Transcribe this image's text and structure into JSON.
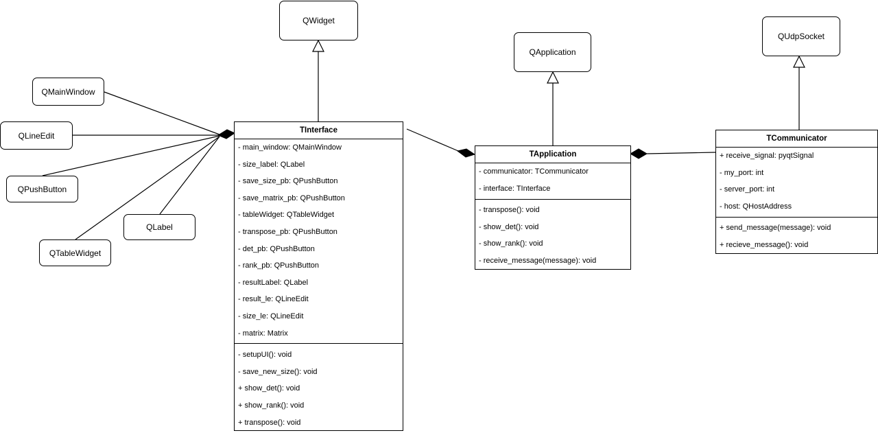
{
  "bases": {
    "qwidget": "QWidget",
    "qapplication": "QApplication",
    "qudpsocket": "QUdpSocket",
    "qmainwindow": "QMainWindow",
    "qlineedit": "QLineEdit",
    "qpushbutton": "QPushButton",
    "qlabel": "QLabel",
    "qtablewidget": "QTableWidget"
  },
  "classes": {
    "tinterface": {
      "name": "TInterface",
      "attributes": [
        "- main_window: QMainWindow",
        "- size_label: QLabel",
        "- save_size_pb: QPushButton",
        "- save_matrix_pb: QPushButton",
        "- tableWidget: QTableWidget",
        "- transpose_pb: QPushButton",
        "- det_pb: QPushButton",
        "- rank_pb: QPushButton",
        "- resultLabel: QLabel",
        "- result_le: QLineEdit",
        "- size_le: QLineEdit",
        "- matrix: Matrix"
      ],
      "methods": [
        "- setupUI(): void",
        "- save_new_size(): void",
        "+ show_det(): void",
        "+ show_rank(): void",
        "+ transpose(): void"
      ]
    },
    "tapplication": {
      "name": "TApplication",
      "attributes": [
        "- communicator: TCommunicator",
        "- interface: TInterface"
      ],
      "methods": [
        "- transpose(): void",
        "- show_det(): void",
        "- show_rank(): void",
        "- receive_message(message): void"
      ]
    },
    "tcommunicator": {
      "name": "TCommunicator",
      "attributes": [
        "+ receive_signal: pyqtSignal",
        "- my_port: int",
        "- server_port: int",
        "- host: QHostAddress"
      ],
      "methods": [
        "+ send_message(message): void",
        "+ recieve_message(): void"
      ]
    }
  }
}
